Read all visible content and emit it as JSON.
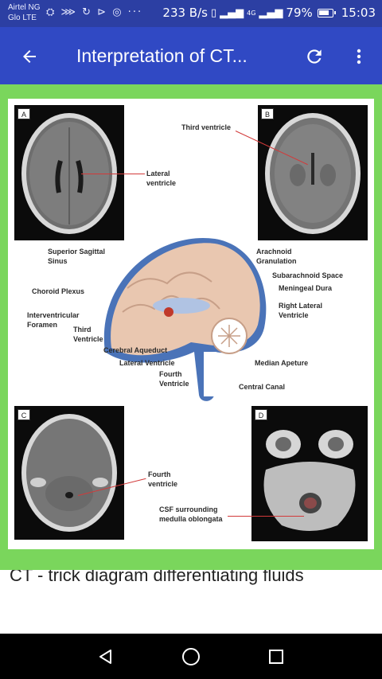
{
  "status_bar": {
    "carrier_line1": "Airtel NG",
    "carrier_line2": "Glo LTE",
    "notification_icons": "⛭ ⋙ ↻ ⊳ ◎ ···",
    "network_speed": "233 B/s",
    "signal_label": "4G",
    "battery_percent": "79%",
    "time": "15:03"
  },
  "app_bar": {
    "title": "Interpretation of CT...",
    "back_icon": "arrow-left-icon",
    "refresh_icon": "refresh-icon",
    "menu_icon": "more-vertical-icon",
    "color": "#3049c4",
    "status_color": "#2c3fa3"
  },
  "content": {
    "background_color": "#7ad65c",
    "figure": {
      "panels": [
        {
          "letter": "A",
          "label": "Lateral\nventricle"
        },
        {
          "letter": "B",
          "label": "Third ventricle"
        },
        {
          "letter": "C",
          "label": "Fourth\nventricle"
        },
        {
          "letter": "D",
          "label": "CSF surrounding\nmedulla oblongata"
        }
      ],
      "diagram_labels_left": [
        "Superior Sagittal\nSinus",
        "Choroid Plexus",
        "Interventricular\nForamen",
        "Third\nVentricle",
        "Cerebral Aqueduct",
        "Lateral Ventricle",
        "Fourth\nVentricle"
      ],
      "diagram_labels_right": [
        "Arachnoid\nGranulation",
        "Subarachnoid Space",
        "Meningeal Dura",
        "Right Lateral\nVentricle",
        "Median Apeture",
        "Central Canal"
      ]
    },
    "article_text_partial": "CT - trick diagram differentiating fluids"
  },
  "nav_bar": {
    "back_icon": "nav-back-triangle-icon",
    "home_icon": "nav-home-circle-icon",
    "recents_icon": "nav-recents-square-icon"
  }
}
